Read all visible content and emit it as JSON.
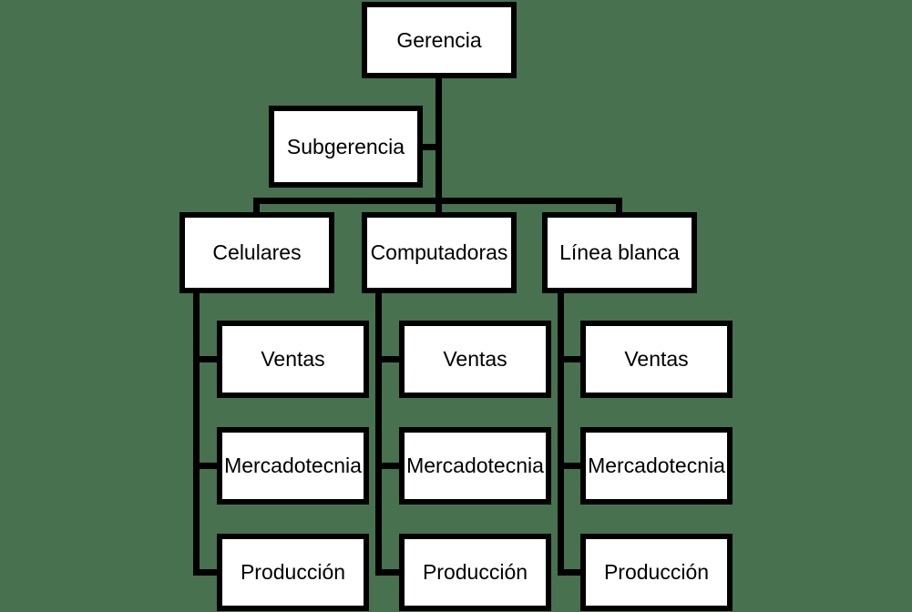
{
  "colors": {
    "background": "#48714f",
    "box_fill": "#ffffff",
    "box_border": "#000000",
    "line": "#000000",
    "text": "#000000"
  },
  "org_chart": {
    "type": "organizational-chart",
    "root": {
      "label": "Gerencia"
    },
    "staff": {
      "label": "Subgerencia"
    },
    "branches": [
      {
        "label": "Celulares",
        "children": [
          "Ventas",
          "Mercadotecnia",
          "Producción"
        ]
      },
      {
        "label": "Computadoras",
        "children": [
          "Ventas",
          "Mercadotecnia",
          "Producción"
        ]
      },
      {
        "label": "Línea blanca",
        "children": [
          "Ventas",
          "Mercadotecnia",
          "Producción"
        ]
      }
    ]
  }
}
